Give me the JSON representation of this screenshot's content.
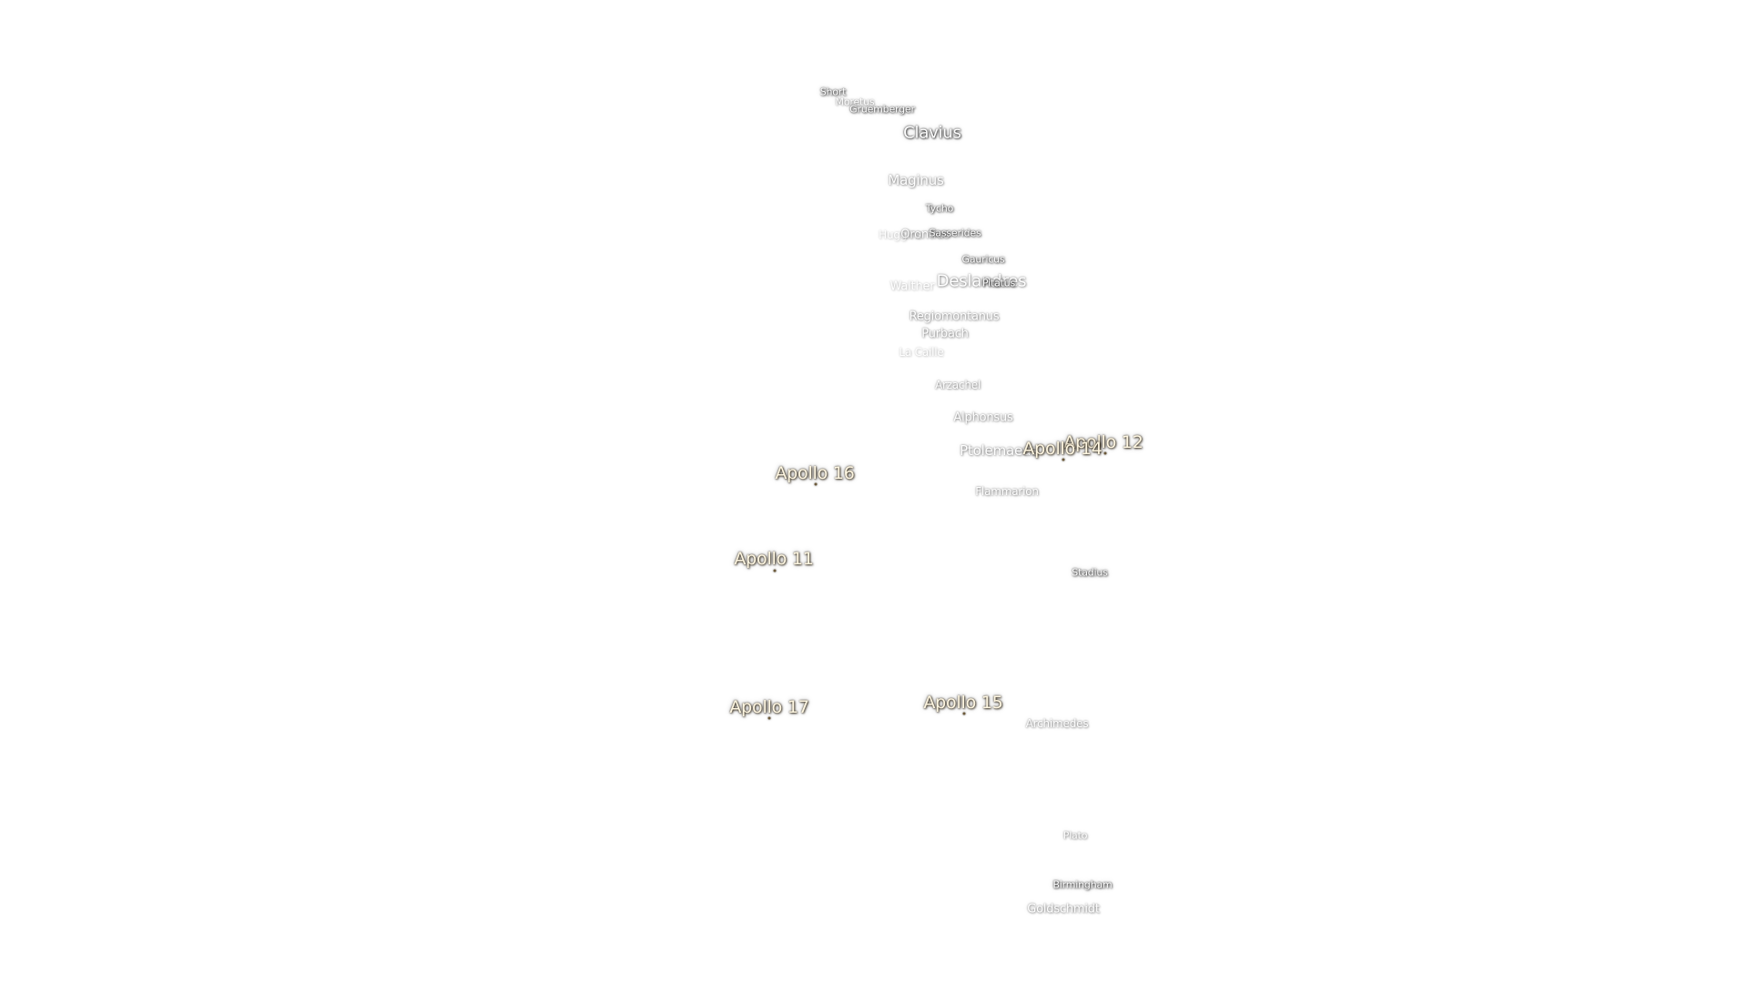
{
  "map": {
    "craters": [
      {
        "key": "short",
        "label": "Short"
      },
      {
        "key": "moretus",
        "label": "Moretus"
      },
      {
        "key": "gruemberger",
        "label": "Gruemberger"
      },
      {
        "key": "clavius",
        "label": "Clavius"
      },
      {
        "key": "maginus",
        "label": "Maginus"
      },
      {
        "key": "tycho",
        "label": "Tycho"
      },
      {
        "key": "huggins",
        "label": "Huggins"
      },
      {
        "key": "orontius",
        "label": "Orontius"
      },
      {
        "key": "sasserides",
        "label": "Sasserides"
      },
      {
        "key": "gauricus",
        "label": "Gauricus"
      },
      {
        "key": "deslandres",
        "label": "Deslandres"
      },
      {
        "key": "pitatus",
        "label": "Pitatus"
      },
      {
        "key": "walther",
        "label": "Walther"
      },
      {
        "key": "regiomontanus",
        "label": "Regiomontanus"
      },
      {
        "key": "purbach",
        "label": "Purbach"
      },
      {
        "key": "la-caille",
        "label": "La Caille"
      },
      {
        "key": "arzachel",
        "label": "Arzachel"
      },
      {
        "key": "alphonsus",
        "label": "Alphonsus"
      },
      {
        "key": "ptolemaeus",
        "label": "Ptolemaeus"
      },
      {
        "key": "flammarion",
        "label": "Flammarion"
      },
      {
        "key": "stadius",
        "label": "Stadius"
      },
      {
        "key": "archimedes",
        "label": "Archimedes"
      },
      {
        "key": "plato",
        "label": "Plato"
      },
      {
        "key": "birmingham",
        "label": "Birmingham"
      },
      {
        "key": "goldschmidt",
        "label": "Goldschmidt"
      }
    ],
    "landing_sites": [
      {
        "key": "apollo-12",
        "label": "Apollo 12"
      },
      {
        "key": "apollo-14",
        "label": "Apollo 14"
      },
      {
        "key": "apollo-16",
        "label": "Apollo 16"
      },
      {
        "key": "apollo-11",
        "label": "Apollo 11"
      },
      {
        "key": "apollo-17",
        "label": "Apollo 17"
      },
      {
        "key": "apollo-15",
        "label": "Apollo 15"
      }
    ],
    "colors": {
      "background": "#ffffff",
      "crater_label": "#ffffff",
      "apollo_label": "#fff7e2",
      "site_marker": "#6d5a3a"
    }
  }
}
